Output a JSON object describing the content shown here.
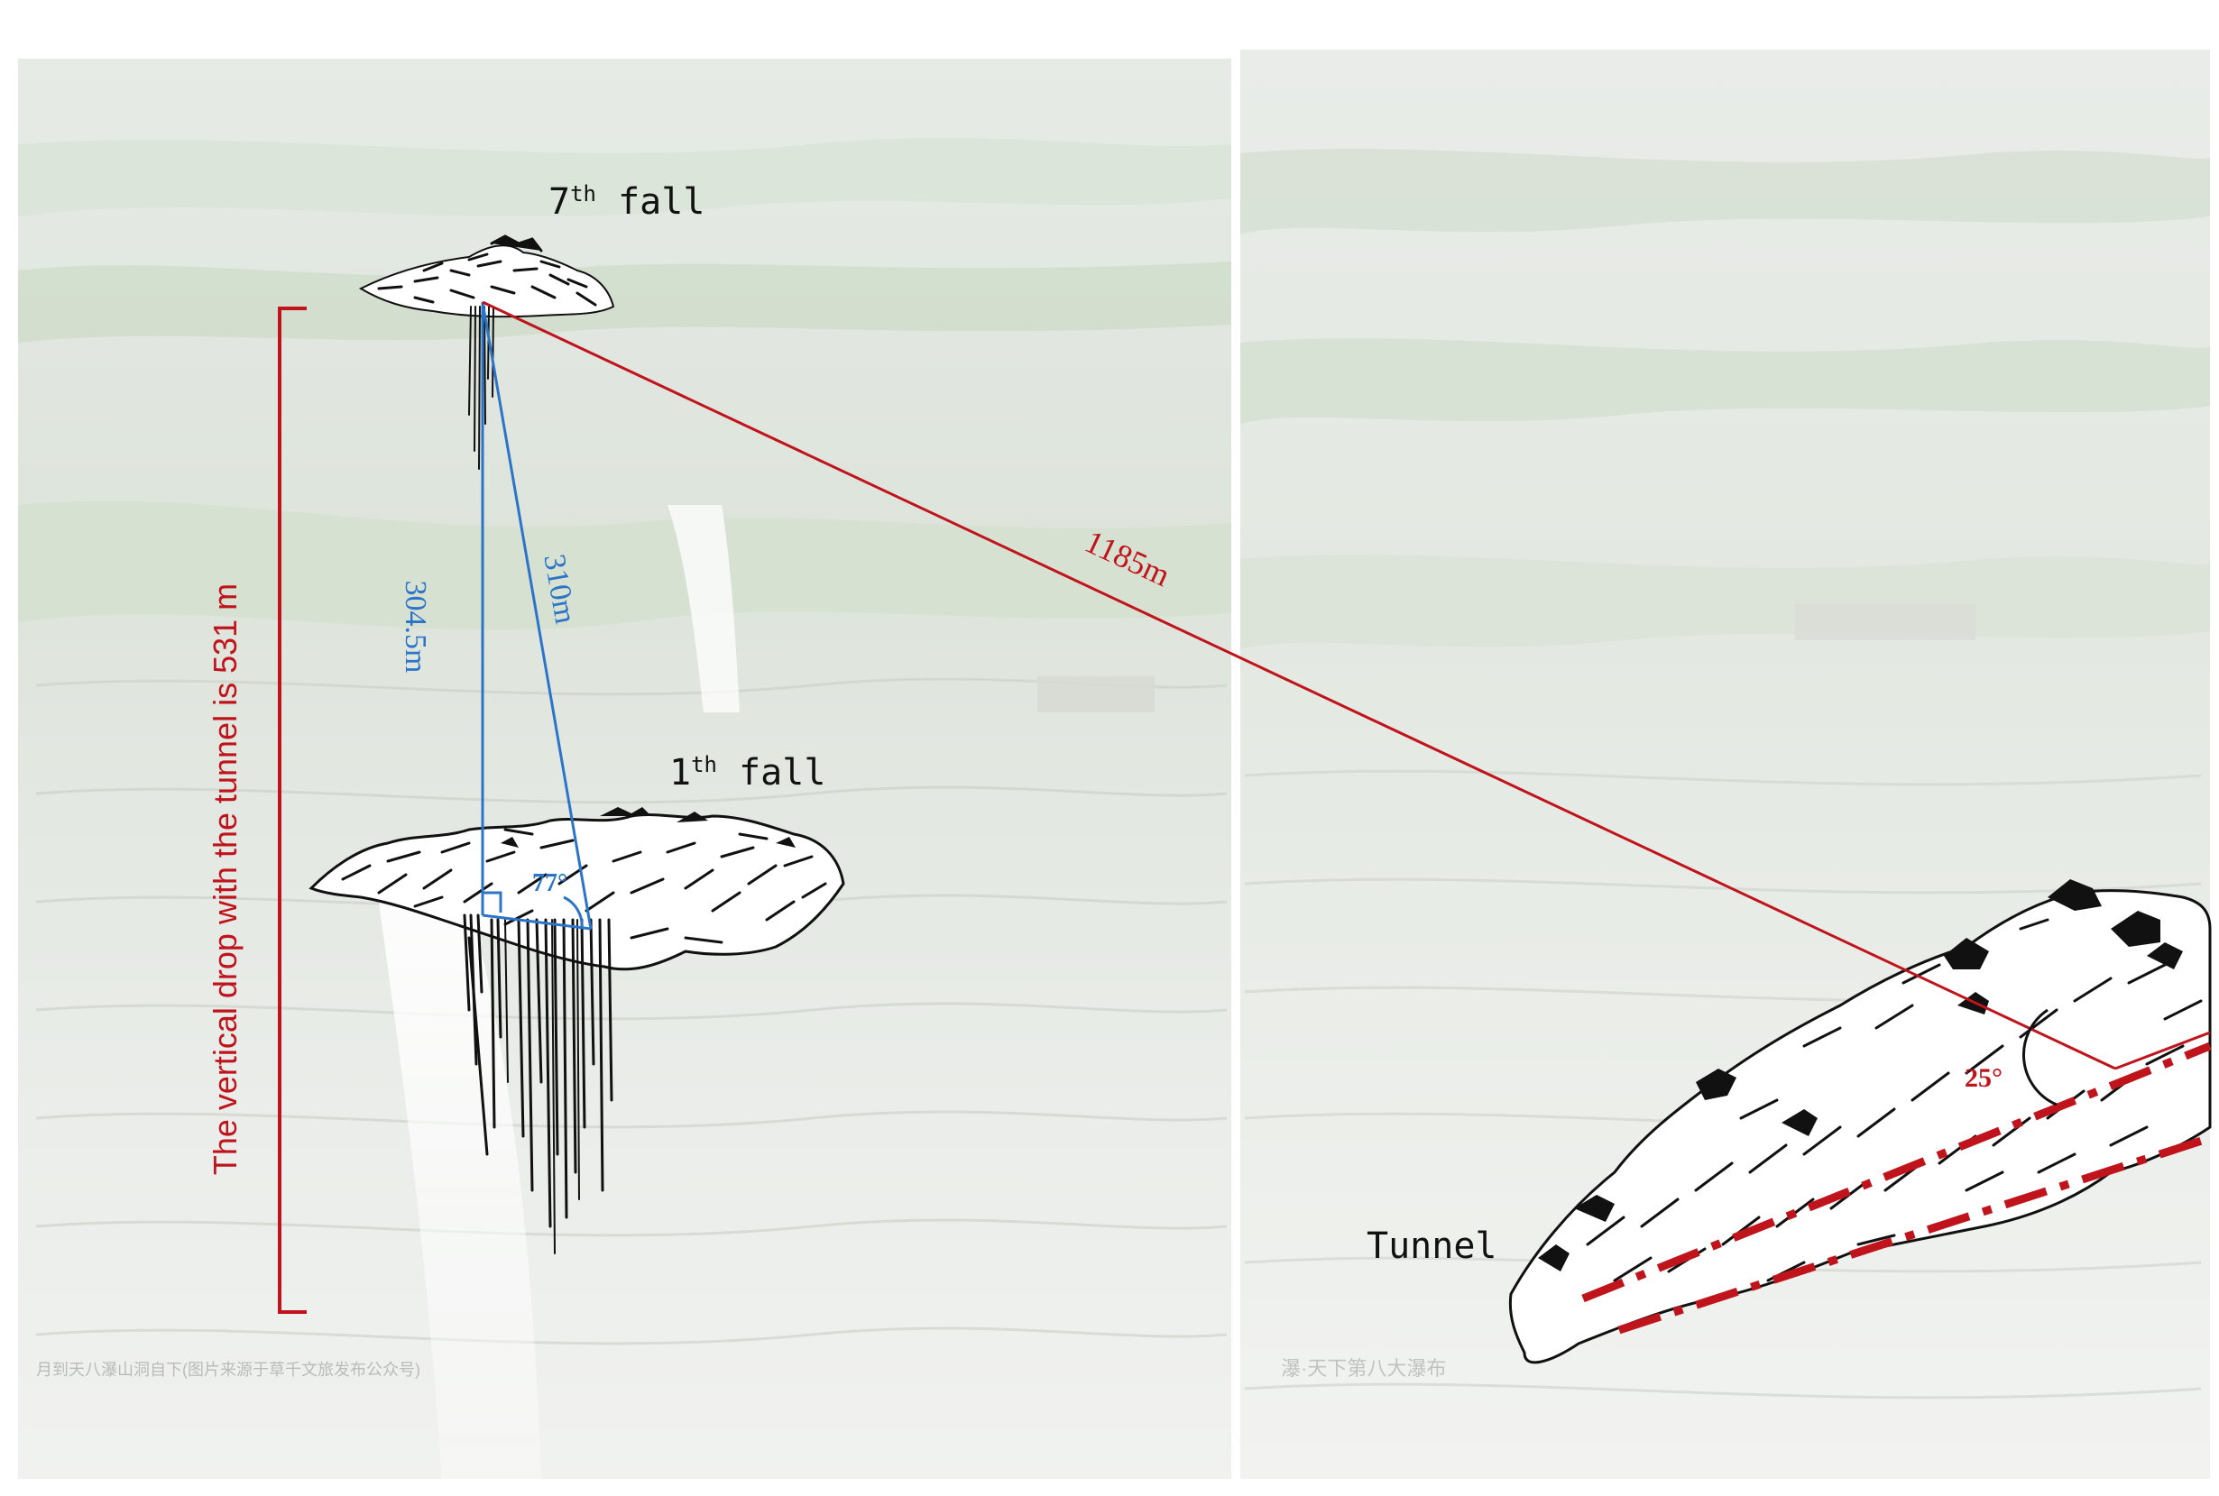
{
  "labels": {
    "fall_7_prefix": "7",
    "fall_7_sup": "th",
    "fall_7_suffix": " fall",
    "fall_1_prefix": "1",
    "fall_1_sup": "th",
    "fall_1_suffix": " fall",
    "tunnel": "Tunnel",
    "vertical_drop": "The vertical drop with the tunnel is 531 m",
    "dist_vertical": "304.5m",
    "dist_slant": "310m",
    "dist_tunnel": "1185m",
    "angle_fall": "77°",
    "angle_tunnel": "25°",
    "caption_left": "月到天八瀑山洞自下(图片来源于草千文旅发布公众号)",
    "caption_right": "瀑·天下第八大瀑布"
  },
  "colors": {
    "blue": "#2b74c8",
    "red": "#c0141c",
    "dark_red": "#b0101a",
    "black": "#111111"
  }
}
